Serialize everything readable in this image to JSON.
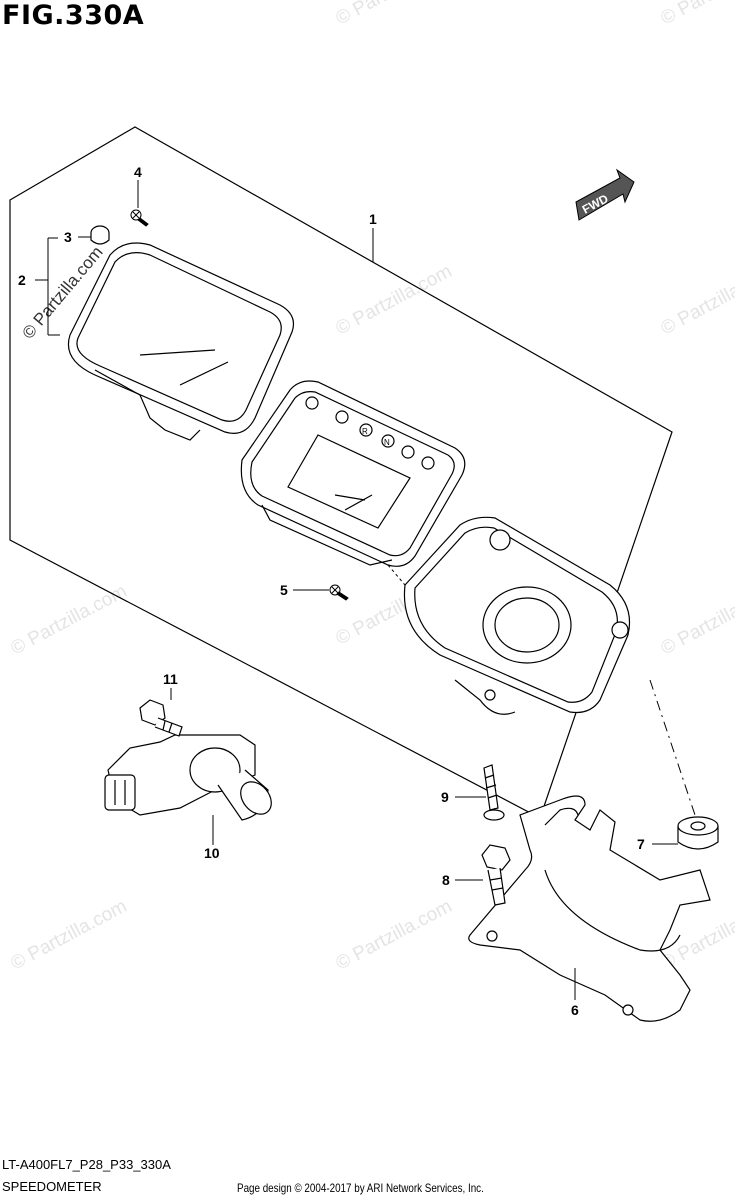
{
  "figure": {
    "title": "FIG.330A",
    "model_code": "LT-A400FL7_P28_P33_330A",
    "part_name": "SPEEDOMETER",
    "copyright": "Page design © 2004-2017 by ARI Network Services, Inc.",
    "fwd_label": "FWD",
    "watermark": "© Partzilla.com"
  },
  "callouts": [
    "1",
    "2",
    "3",
    "4",
    "5",
    "6",
    "7",
    "8",
    "9",
    "10",
    "11"
  ],
  "colors": {
    "line": "#000000",
    "watermark": "#e4e4e4",
    "arrow_fill": "#555555"
  }
}
